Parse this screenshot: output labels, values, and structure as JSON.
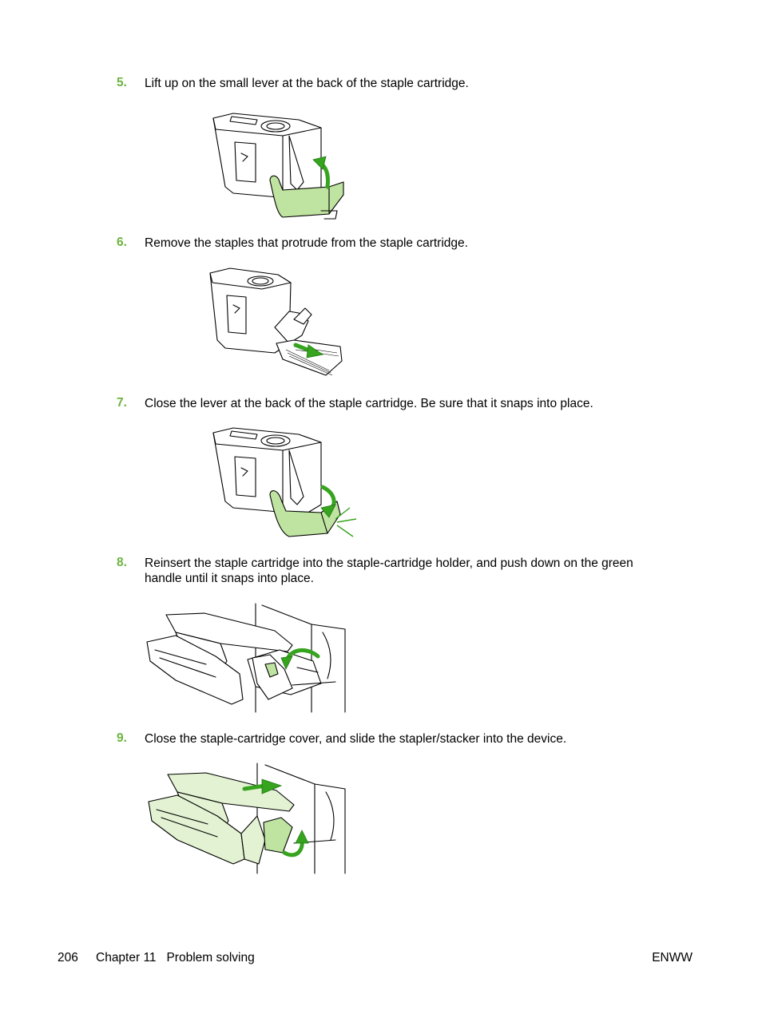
{
  "steps": [
    {
      "number": "5.",
      "text": "Lift up on the small lever at the back of the staple cartridge."
    },
    {
      "number": "6.",
      "text": "Remove the staples that protrude from the staple cartridge."
    },
    {
      "number": "7.",
      "text": "Close the lever at the back of the staple cartridge. Be sure that it snaps into place."
    },
    {
      "number": "8.",
      "text": "Reinsert the staple cartridge into the staple-cartridge holder, and push down on the green handle until it snaps into place."
    },
    {
      "number": "9.",
      "text": "Close the staple-cartridge cover, and slide the stapler/stacker into the device."
    }
  ],
  "footer": {
    "page_number": "206",
    "chapter": "Chapter 11   Problem solving",
    "right_label": "ENWW"
  },
  "colors": {
    "step_number": "#6cb33f",
    "accent_green": "#37a41f",
    "light_green": "#bfe3a0"
  }
}
